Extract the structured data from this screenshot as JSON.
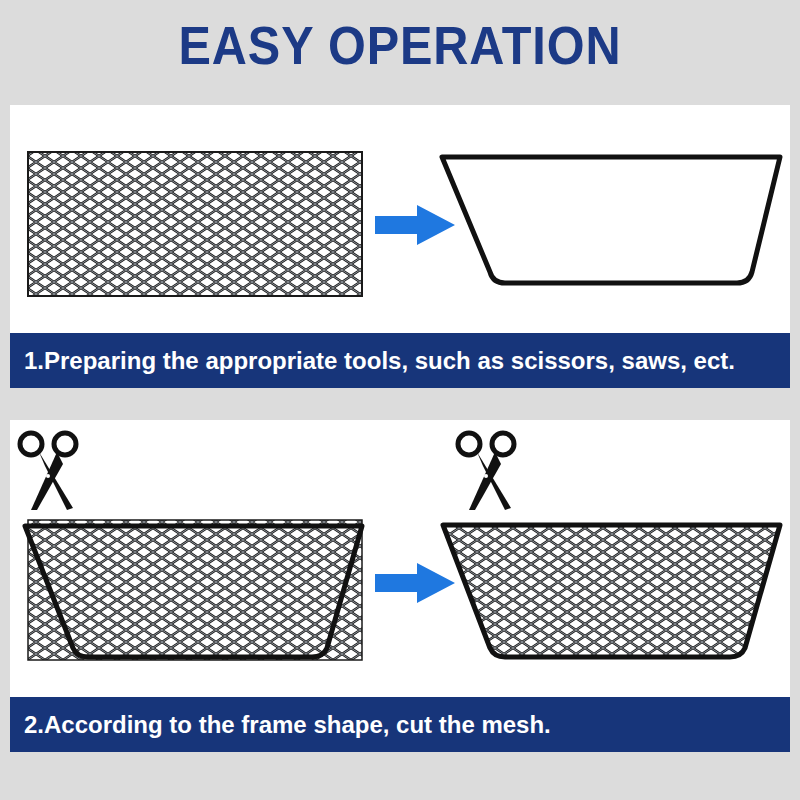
{
  "diagram": {
    "title": "EASY OPERATION",
    "nodes": [
      {
        "text": [
          "1.Preparing the appropriate tools, such as scissors, saws, ect."
        ]
      },
      {
        "text": [
          "2.According to the frame shape, cut the mesh."
        ]
      }
    ]
  }
}
